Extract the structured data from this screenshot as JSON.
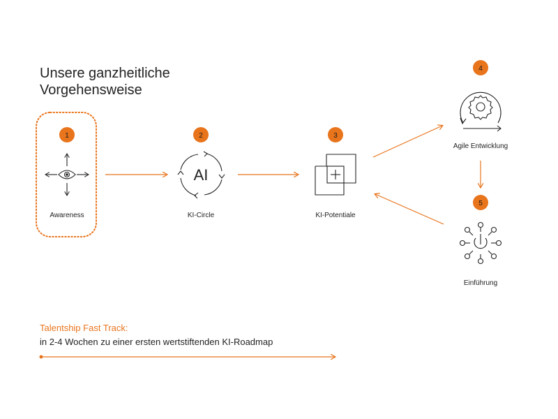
{
  "title": {
    "line1": "Unsere ganzheitliche",
    "line2": "Vorgehensweise"
  },
  "steps": [
    {
      "number": "1",
      "label": "Awareness",
      "icon": "eye-arrows-icon"
    },
    {
      "number": "2",
      "label": "KI-Circle",
      "icon": "ai-circle-icon",
      "icon_text": "AI"
    },
    {
      "number": "3",
      "label": "KI-Potentiale",
      "icon": "squares-plus-icon"
    },
    {
      "number": "4",
      "label": "Agile Entwicklung",
      "icon": "gear-cycle-icon"
    },
    {
      "number": "5",
      "label": "Einführung",
      "icon": "power-network-icon"
    }
  ],
  "footer": {
    "title": "Talentship Fast Track:",
    "subtitle": "in 2-4 Wochen zu einer ersten wertstiftenden KI-Roadmap"
  },
  "colors": {
    "accent": "#e8741c",
    "text": "#222222",
    "background": "#ffffff"
  }
}
